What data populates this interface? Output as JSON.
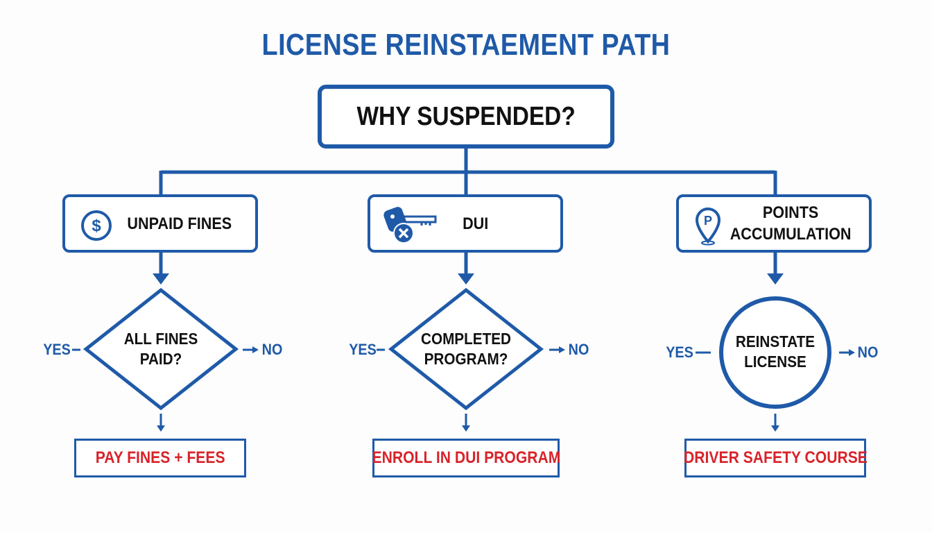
{
  "title": "LICENSE REINSTAEMENT PATH",
  "root": "WHY SUSPENDED?",
  "branches": [
    {
      "category": "UNPAID FINES",
      "icon": "dollar-icon",
      "decision": [
        "ALL FINES",
        "PAID?"
      ],
      "yes": "YES",
      "no": "NO",
      "action": "PAY FINES + FEES"
    },
    {
      "category": "DUI",
      "icon": "car-key-cancel-icon",
      "decision": [
        "COMPLETED",
        "PROGRAM?"
      ],
      "yes": "YES",
      "no": "NO",
      "action": "ENROLL IN DUI PROGRAM"
    },
    {
      "category": [
        "POINTS",
        "ACCUMULATION"
      ],
      "icon": "parking-pin-icon",
      "decision": [
        "REINSTATE",
        "LICENSE"
      ],
      "yes": "YES",
      "no": "NO",
      "action": "DRIVER SAFETY COURSE"
    }
  ],
  "colors": {
    "primary": "#1f5aa8",
    "action_text": "#d8232a",
    "text": "#111111"
  }
}
